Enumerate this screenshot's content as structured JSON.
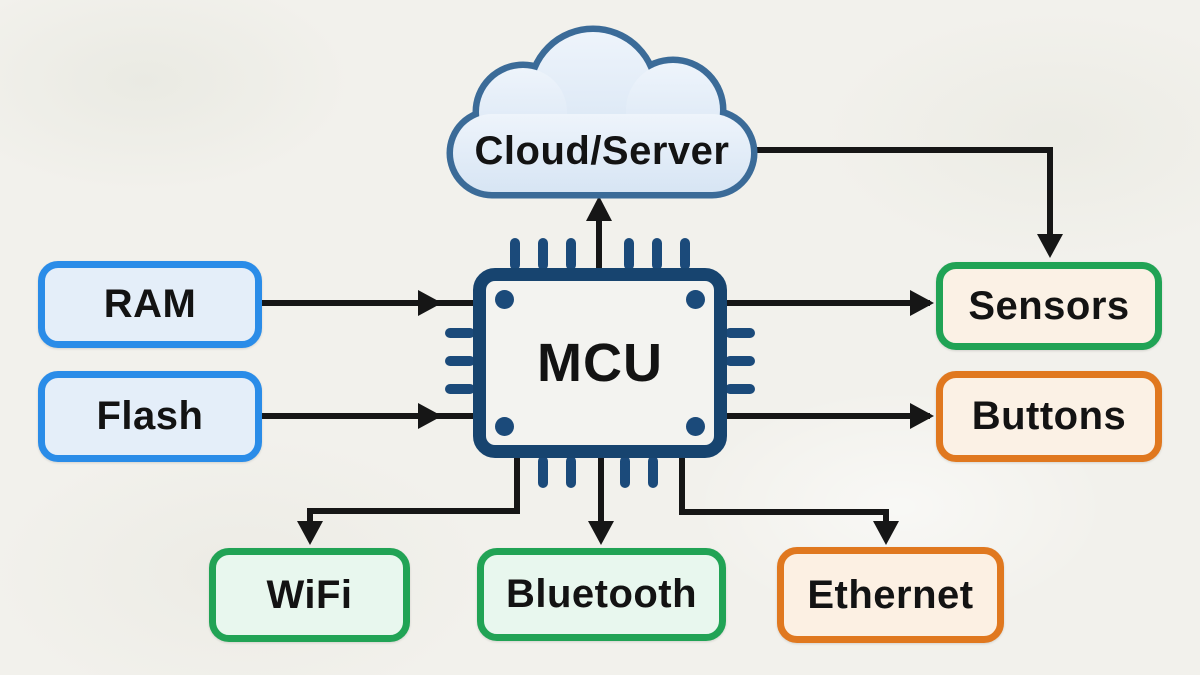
{
  "diagram": {
    "kind": "block-diagram",
    "nodes": {
      "cloud": {
        "label": "Cloud/Server",
        "shape": "cloud",
        "border_color": "#3b6b98",
        "fill_color": "#dfeaf7"
      },
      "mcu": {
        "label": "MCU",
        "shape": "chip",
        "border_color": "#17446f",
        "fill_color": "#f3f3f0"
      },
      "ram": {
        "label": "RAM",
        "shape": "rounded-box",
        "border_color": "#2a8ce8",
        "fill_color": "#e4eef9"
      },
      "flash": {
        "label": "Flash",
        "shape": "rounded-box",
        "border_color": "#2a8ce8",
        "fill_color": "#e4eef9"
      },
      "sensors": {
        "label": "Sensors",
        "shape": "rounded-box",
        "border_color": "#21a355",
        "fill_color": "#fbf1e5"
      },
      "buttons": {
        "label": "Buttons",
        "shape": "rounded-box",
        "border_color": "#e0781f",
        "fill_color": "#fbf1e5"
      },
      "wifi": {
        "label": "WiFi",
        "shape": "rounded-box",
        "border_color": "#21a355",
        "fill_color": "#e8f7ee"
      },
      "bluetooth": {
        "label": "Bluetooth",
        "shape": "rounded-box",
        "border_color": "#21a355",
        "fill_color": "#e8f7ee"
      },
      "ethernet": {
        "label": "Ethernet",
        "shape": "rounded-box",
        "border_color": "#e0781f",
        "fill_color": "#fcf0e3"
      }
    },
    "edges": [
      {
        "from": "RAM",
        "to": "MCU",
        "style": "arrow"
      },
      {
        "from": "Flash",
        "to": "MCU",
        "style": "arrow"
      },
      {
        "from": "MCU",
        "to": "Cloud/Server",
        "style": "arrow"
      },
      {
        "from": "Cloud/Server",
        "to": "Sensors",
        "style": "arrow"
      },
      {
        "from": "MCU",
        "to": "Sensors",
        "style": "arrow"
      },
      {
        "from": "MCU",
        "to": "Buttons",
        "style": "arrow"
      },
      {
        "from": "MCU",
        "to": "WiFi",
        "style": "arrow"
      },
      {
        "from": "MCU",
        "to": "Bluetooth",
        "style": "arrow"
      },
      {
        "from": "MCU",
        "to": "Ethernet",
        "style": "arrow"
      }
    ],
    "line_color": "#161616",
    "background_color": "#f2f1ec"
  }
}
